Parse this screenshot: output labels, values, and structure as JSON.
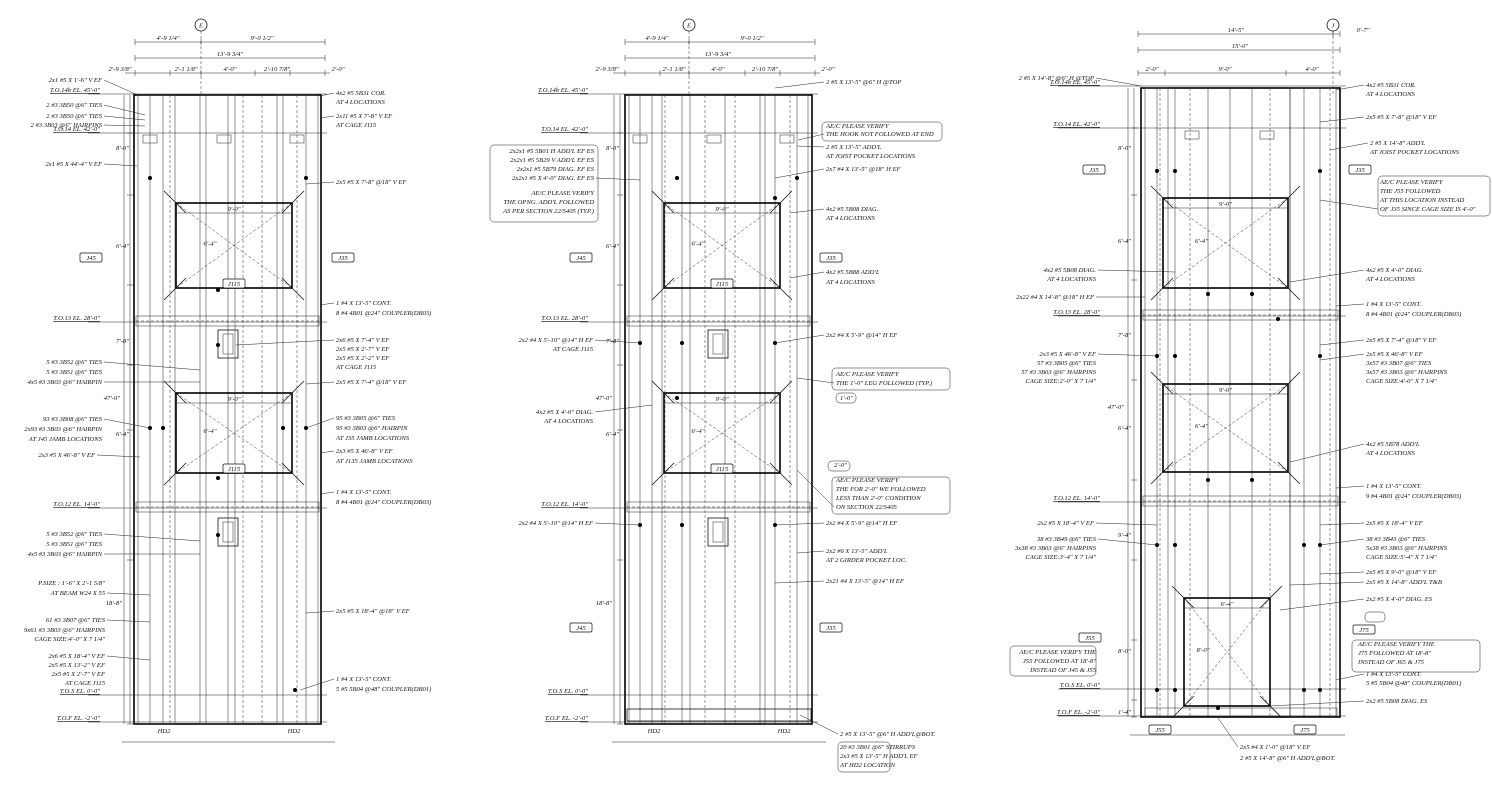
{
  "sheets": [
    {
      "id": "left",
      "grid_label": "E",
      "dims_top": [
        "4'-9 1/4\"",
        "9'-0 1/2\"",
        "13'-9 3/4\"",
        "2'-9 3/8\"",
        "2'-1 1/8\"",
        "4'-0\"",
        "2'-10 7/8\"",
        "2'-0\""
      ],
      "levels": [
        "T.O.14b EL. 45'-0\"",
        "T.O.14 EL. 42'-0\"",
        "T.O.13 EL. 28'-0\"",
        "T.O.12 EL. 14'-0\"",
        "T.O.S EL. 0'-0\"",
        "T.O.F EL. -2'-0\""
      ],
      "dims_side": [
        "8'-0\"",
        "6'-4\"",
        "7'-8\"",
        "47'-0\"",
        "6'-4\"",
        "18'-8\""
      ],
      "opening_dims": [
        "9'-0\"",
        "6'-4\"",
        "9'-0\"",
        "6'-4\""
      ],
      "cages": [
        "J115",
        "J115"
      ],
      "grid_tags": [
        "J45",
        "J35"
      ],
      "bottom_labels": [
        "HD2",
        "HD2"
      ],
      "notes_left": [
        "2x1 #5 X 1'-6\" V EF",
        "2 #3 3B50 @6\" TIES",
        "2 #3 3B50 @6\" TIES",
        "2 #3 3B03 @6\" HAIRPINS",
        "2x1 #5 X 44'-4\" V EF",
        "5 #3 3B52 @6\" TIES",
        "5 #3 3B51 @6\" TIES",
        "4x5 #3 3B03 @6\" HAIRPIN",
        "93 #3 3B08 @6\" TIES",
        "2x93 #3 3B03 @6\" HAIRPIN",
        "AT J45 JAMB LOCATIONS",
        "2x3 #5 X 46'-8\" V EF",
        "5 #3 3B52 @6\" TIES",
        "5 #3 3B51 @6\" TIES",
        "4x5 #3 3B03 @6\" HAIRPIN",
        "P.SIZE : 1'-6\" X 2'-1 5/8\"",
        "AT BEAM W24 X 55",
        "61 #3 3B07 @6\" TIES",
        "9x61 #3 3B03 @6\" HAIRPINS",
        "CAGE SIZE:4'-0\" X 7 1/4\"",
        "2x6 #5 X 18'-4\" V EF",
        "2x5 #5 X 13'-2\" V EF",
        "2x5 #5 X 2'-7\" V EF",
        "AT CAGE J115"
      ],
      "notes_right": [
        "4x2 #5 5B31 COR.",
        "AT 4 LOCATIONS",
        "2x11 #5 X 7'-8\" V EF",
        "AT CAGE J115",
        "2x5 #5 X 7'-8\" @18\" V EF",
        "1 #4 X 13'-5\" CONT.",
        "8 #4 4B01 @24\" COUPLER(DB03)",
        "2x6 #5 X 7'-4\" V EF",
        "2x5 #5 X 2'-7\" V EF",
        "2x5 #5 X 2'-2\" V EF",
        "AT CAGE J115",
        "2x5 #5 X 7'-4\" @18\" V EF",
        "95 #3 3B05 @6\" TIES",
        "95 #3 3B03 @6\" HAIRPIN",
        "AT J35 JAMB LOCATIONS",
        "2x3 #5 X 46'-8\" V EF",
        "AT J135 JAMB LOCATIONS",
        "1 #4 X 13'-5\" CONT.",
        "8 #4 4B01 @24\" COUPLER(DB03)",
        "2x5 #5 X 18'-4\" @18\" V EF",
        "1 #4 X 13'-5\" CONT.",
        "5 #5 5B04 @48\" COUPLER(DB01)"
      ]
    },
    {
      "id": "middle",
      "grid_label": "E",
      "dims_top": [
        "4'-9 1/4\"",
        "9'-0 1/2\"",
        "13'-9 3/4\"",
        "2'-9 3/8\"",
        "2'-1 1/8\"",
        "4'-0\"",
        "2'-10 7/8\"",
        "2'-0\""
      ],
      "levels": [
        "T.O.14b EL. 45'-0\"",
        "T.O.14 EL. 42'-0\"",
        "T.O.13 EL. 28'-0\"",
        "T.O.12 EL. 14'-0\"",
        "T.O.S EL. 0'-0\"",
        "T.O.F EL. -2'-0\""
      ],
      "dims_side": [
        "8'-0\"",
        "6'-4\"",
        "7'-8\"",
        "47'-0\"",
        "6'-4\"",
        "18'-8\""
      ],
      "opening_dims": [
        "9'-0\"",
        "6'-4\"",
        "9'-0\"",
        "6'-4\""
      ],
      "cages": [
        "J115",
        "J115"
      ],
      "grid_tags": [
        "J45",
        "J35",
        "J45",
        "J35"
      ],
      "bottom_labels": [
        "HD2",
        "HD2"
      ],
      "notes_left": [
        "2x2x1 #5 5B01 H ADD'L EF ES",
        "2x2x1 #5 5B29 V ADD'L EF ES",
        "2x2x1 #5 5B79 DIAG. EF ES",
        "2x2x1 #5 X 4'-0\" DIAG. EF ES",
        "AE/C PLEASE VERIFY",
        "THE OPNG. ADD'L FOLLOWED",
        "AS PER SECTION 22/S405 (TYP.)",
        "2x2 #4 X 5'-10\" @14\" H EF",
        "AT CAGE J115",
        "4x2 #5 X 4'-0\" DIAG.",
        "AT 4 LOCATIONS",
        "2x2 #4 X 5'-10\" @14\" H EF"
      ],
      "notes_right": [
        "2 #5 X 13'-5\" @6\" H @TOP",
        "AE/C PLEASE VERIFY",
        "THE HOOK NOT FOLLOWED AT END",
        "2 #5 X 13'-5\" ADD'L",
        "AT JOIST POCKET LOCATIONS",
        "2x7 #4 X 13'-5\" @18\" H EF",
        "4x2 #5 5B08 DIAG.",
        "AT 4 LOCATIONS",
        "4x2 #5 5B88 ADD'L",
        "AT 4 LOCATIONS",
        "2x2 #4 X 5'-9\" @14\" H EF",
        "AE/C PLEASE VERIFY",
        "THE 1'-0\" LEG FOLLOWED (TYP.)",
        "1'-0\"",
        "2'-0\"",
        "AE/C PLEASE VERIFY",
        "THE FOR 2'-0\" WE FOLLOWED",
        "LESS THAN 2'-0\" CONDITION",
        "ON SECTION 22/S405",
        "2x2 #4 X 5'-9\" @14\" H EF",
        "2x2 #6 X 13'-5\" ADD'L",
        "AT 2 GIRDER POCKET LOC.",
        "2x21 #4 X 13'-5\" @14\" H EF",
        "2 #5 X 13'-5\" @6\" H ADD'L@BOT.",
        "20 #3 3B01 @6\" STIRRUPS",
        "2x3 #5 X 13'-5\" H ADD'L EF",
        "AT HD2 LOCATION"
      ]
    },
    {
      "id": "right",
      "grid_label": "J",
      "dims_top": [
        "14'-5\"",
        "0'-7\"",
        "15'-0\"",
        "2'-0\"",
        "9'-0\"",
        "4'-0\""
      ],
      "levels": [
        "T.O.14b EL. 45'-0\"",
        "T.O.14 EL. 42'-0\"",
        "T.O.13 EL. 28'-0\"",
        "T.O.12 EL. 14'-0\"",
        "T.O.S EL. 0'-0\"",
        "T.O.F EL. -2'-0\""
      ],
      "dims_side": [
        "8'-0\"",
        "6'-4\"",
        "7'-8\"",
        "47'-0\"",
        "6'-4\"",
        "9'-4\"",
        "8'-0\"",
        "1'-4\""
      ],
      "opening_dims": [
        "9'-0\"",
        "6'-4\"",
        "9'-0\"",
        "6'-4\"",
        "6'-4\"",
        "8'-0\""
      ],
      "grid_tags": [
        "J35",
        "J35",
        "J55",
        "J75",
        "J55",
        "J75"
      ],
      "notes_left": [
        "2 #5 X 14'-8\" @6\" H @TOP",
        "4x2 #5 5B08 DIAG.",
        "AT 4 LOCATIONS",
        "2x22 #4 X 14'-8\" @18\" H EF",
        "2x3 #5 X 46'-8\" V EF",
        "57 #3 3B05 @6\" TIES",
        "57 #3 3B03 @6\" HAIRPINS",
        "CAGE SIZE:2'-0\" X 7 1/4\"",
        "2x2 #5 X 18'-4\" V EF",
        "38 #3 3B49 @6\" TIES",
        "3x38 #3 3B03 @6\" HAIRPINS",
        "CAGE SIZE:3'-4\" X 7 1/4\"",
        "AE/C PLEASE VERIFY THE",
        "J55 FOLLOWED AT 18'-8\"",
        "INSTEAD OF J45 & J55"
      ],
      "notes_right": [
        "4x2 #5 5B31 COR.",
        "AT 4 LOCATIONS",
        "2x5 #5 X 7'-8\" @18\" V EF",
        "2 #5 X 14'-8\" ADD'L",
        "AT JOIST POCKET LOCATIONS",
        "AE/C PLEASE VERIFY",
        "THE J55 FOLLOWED",
        "AT THIS LOCATION INSTEAD",
        "OF J35 SINCE CAGE SIZE IS 4'-0\"",
        "4x2 #5 X 4'-0\" DIAG.",
        "AT 4 LOCATIONS",
        "1 #4 X 13'-5\" CONT.",
        "8 #4 4B01 @24\" COUPLER(DB03)",
        "2x5 #5 X 7'-4\" @18\" V EF",
        "2x5 #5 X 46'-8\" V EF",
        "3x57 #3 3B07 @6\" TIES",
        "3x57 #3 3B03 @6\" HAIRPINS",
        "CAGE SIZE:4'-0\" X 7 1/4\"",
        "4x2 #5 5B78 ADD'L",
        "AT 4 LOCATIONS",
        "1 #4 X 13'-5\" CONT.",
        "9 #4 4B01 @24\" COUPLER(DB03)",
        "2x5 #5 X 18'-4\" V EF",
        "38 #3 3B43 @6\" TIES",
        "5x38 #3 3B03 @6\" HAIRPINS",
        "CAGE SIZE:5'-4\" X 7 1/4\"",
        "2x5 #5 X 9'-0\" @18\" V EF",
        "2x5 #5 X 14'-8\" ADD'L T&B",
        "2x2 #5 X 4'-0\" DIAG. ES",
        "AE/C PLEASE VERIFY THE",
        "J75 FOLLOWED AT 18'-8\"",
        "INSTEAD OF J65 & J75",
        "1 #4 X 13'-5\" CONT.",
        "5 #5 5B04 @48\" COUPLER(DB01)",
        "2x2 #5 5B08 DIAG. ES"
      ],
      "notes_bottom": [
        "2x5 #4 X 1'-0\" @18\" V EF",
        "2 #5 X 14'-8\" @6\" H ADD'L@BOT."
      ]
    }
  ]
}
